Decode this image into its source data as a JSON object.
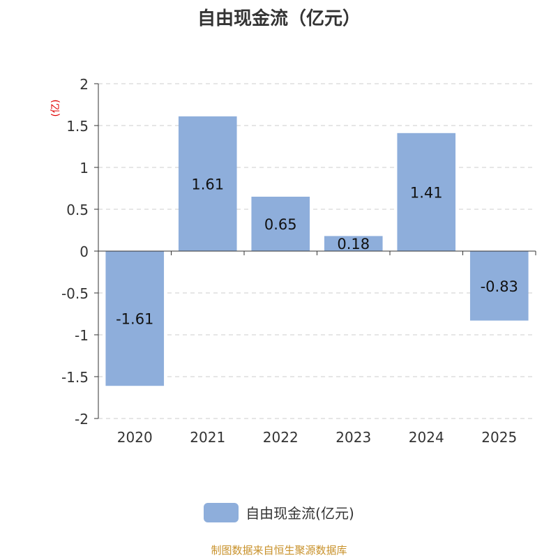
{
  "chart_data": {
    "type": "bar",
    "title": "自由现金流（亿元）",
    "ylabel": "(亿)",
    "xlabel": "",
    "categories": [
      "2020",
      "2021",
      "2022",
      "2023",
      "2024",
      "2025"
    ],
    "values": [
      -1.61,
      1.61,
      0.65,
      0.18,
      1.41,
      -0.83
    ],
    "data_labels": [
      "-1.61",
      "1.61",
      "0.65",
      "0.18",
      "1.41",
      "-0.83"
    ],
    "ylim": [
      -2,
      2
    ],
    "yticks": [
      2,
      1.5,
      1,
      0.5,
      0,
      -0.5,
      -1,
      -1.5,
      -2
    ],
    "ytick_labels": [
      "2",
      "1.5",
      "1",
      "0.5",
      "0",
      "-0.5",
      "-1",
      "-1.5",
      "-2"
    ],
    "grid": true,
    "legend": {
      "position": "bottom",
      "entries": [
        "自由现金流(亿元)"
      ]
    },
    "colors": {
      "bar": "#8eaedb",
      "ylabel": "#e00000"
    }
  },
  "footer": "制图数据来自恒生聚源数据库"
}
